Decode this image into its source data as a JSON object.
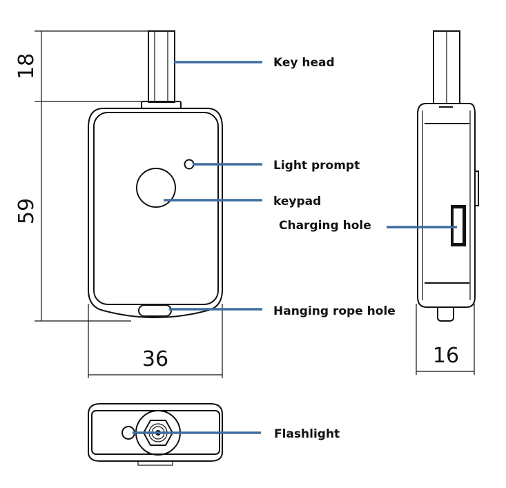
{
  "labels": {
    "key_head": "Key head",
    "light_prompt": "Light prompt",
    "keypad": "keypad",
    "charging_hole": "Charging hole",
    "hanging_rope_hole": "Hanging rope hole",
    "flashlight": "Flashlight"
  },
  "dimensions": {
    "key_head_height": "18",
    "body_height": "59",
    "width": "36",
    "thickness": "16"
  },
  "colors": {
    "callout": "#3f6e9e",
    "line": "#111111"
  }
}
